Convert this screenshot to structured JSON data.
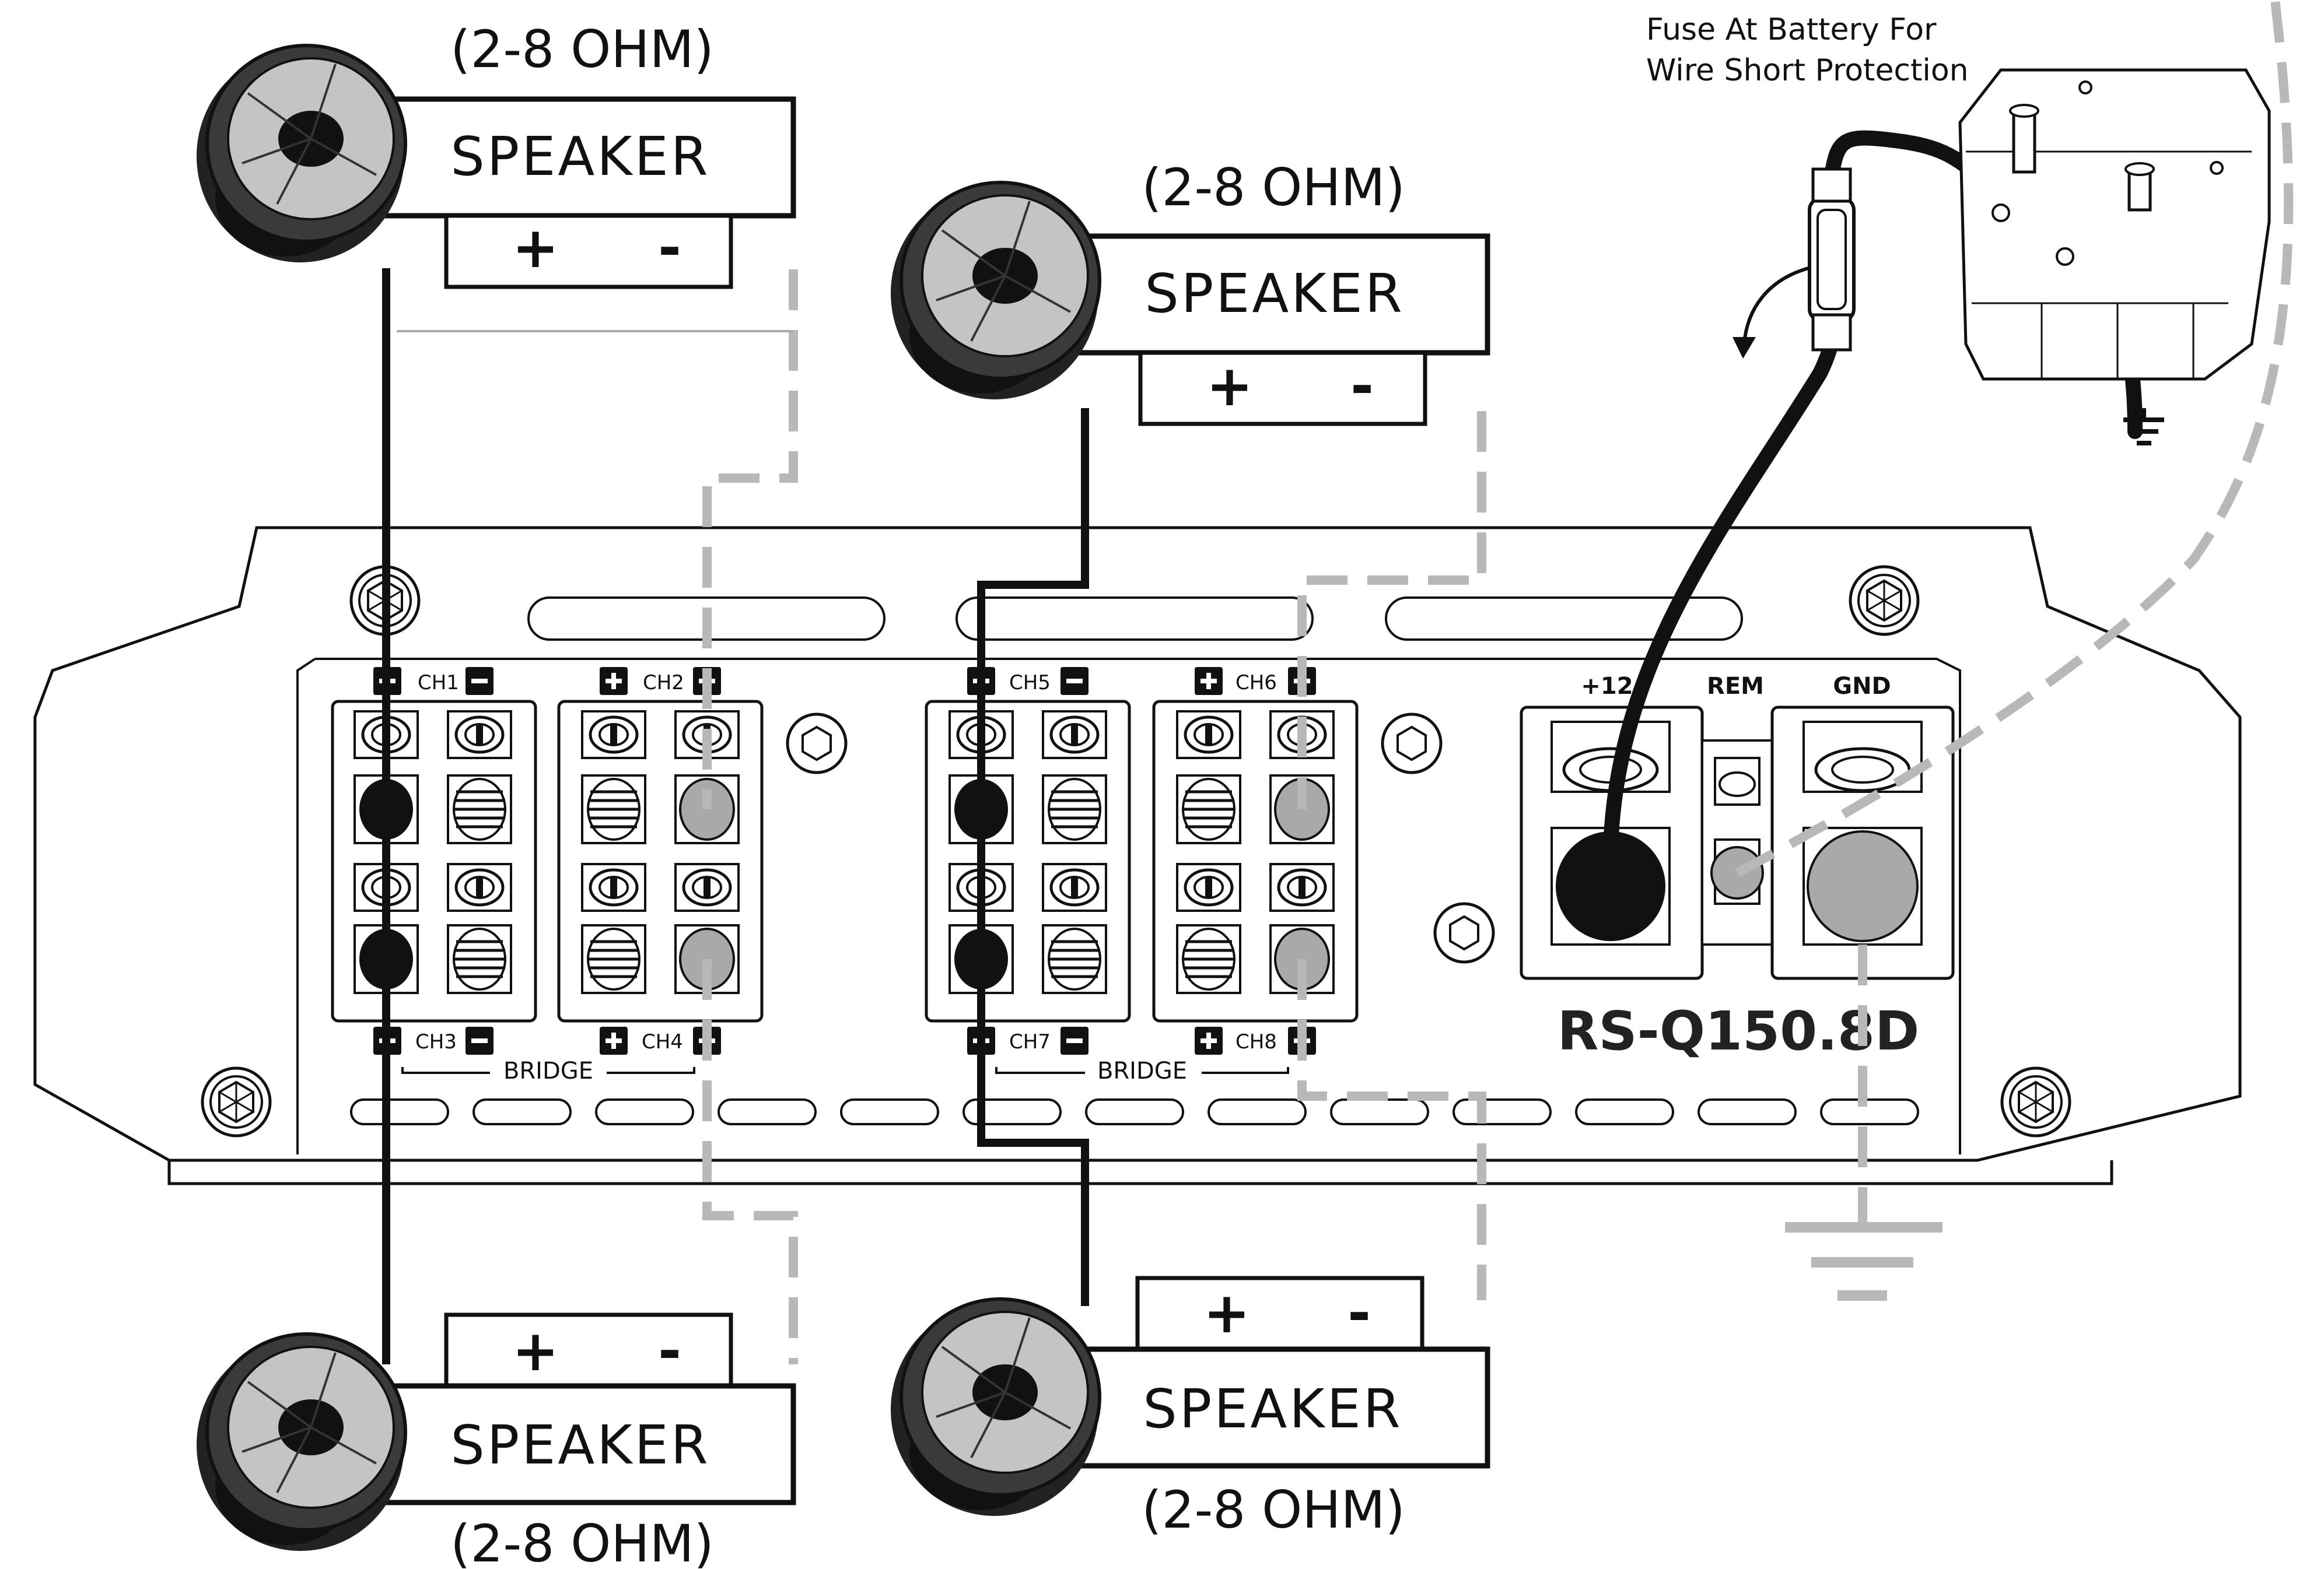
{
  "colors": {
    "line": "#111111",
    "wire_black": "#111111",
    "wire_gray_dashed": "#b8b8b8",
    "terminal_gray": "#a9a9a9",
    "cone_gray": "#c4c4c4",
    "background": "#ffffff"
  },
  "speakers": [
    {
      "ohm": "(2-8 OHM)",
      "label": "SPEAKER",
      "plus": "+",
      "minus": "-"
    },
    {
      "ohm": "(2-8 OHM)",
      "label": "SPEAKER",
      "plus": "+",
      "minus": "-"
    },
    {
      "ohm": "(2-8 OHM)",
      "label": "SPEAKER",
      "plus": "+",
      "minus": "-"
    },
    {
      "ohm": "(2-8 OHM)",
      "label": "SPEAKER",
      "plus": "+",
      "minus": "-"
    }
  ],
  "channels": {
    "ch1": "CH1",
    "ch2": "CH2",
    "ch3": "CH3",
    "ch4": "CH4",
    "ch5": "CH5",
    "ch6": "CH6",
    "ch7": "CH7",
    "ch8": "CH8"
  },
  "bridge_left": "BRIDGE",
  "bridge_right": "BRIDGE",
  "power": {
    "plus12": "+12",
    "rem": "REM",
    "gnd": "GND"
  },
  "model": "RS-Q150.8D",
  "fuse_note": {
    "line1": "Fuse At Battery For",
    "line2": "Wire Short Protection"
  },
  "icons": [
    "speaker-icon",
    "battery-icon",
    "fuse-icon",
    "ground-icon",
    "plus-icon",
    "minus-icon",
    "hex-screw-icon",
    "curved-arrow-icon"
  ]
}
